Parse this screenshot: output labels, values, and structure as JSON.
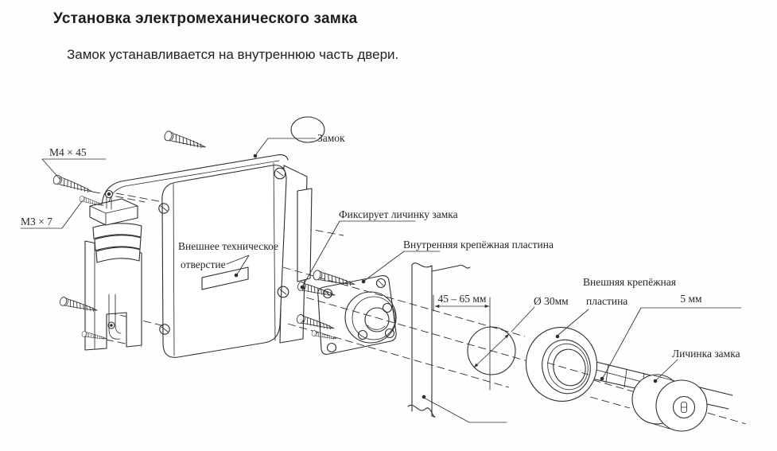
{
  "page": {
    "title": "Установка электромеханического замка",
    "subtitle": "Замок устанавливается на внутреннюю часть двери."
  },
  "diagram": {
    "labels": {
      "screw_m4": "M4 × 45",
      "screw_m3": "M3 × 7",
      "lock": "Замок",
      "tech_hole_line1": "Внешнее техническое",
      "tech_hole_line2": "отверстие",
      "fixes_cylinder": "Фиксирует личинку замка",
      "inner_plate": "Внутренняя крепёжная пластина",
      "mounting_distance": "45 – 65 мм",
      "hole_diameter": "Ø 30мм",
      "outer_plate_line1": "Внешняя крепёжная",
      "outer_plate_line2": "пластина",
      "plate_thickness": "5 мм",
      "cylinder": "Личинка замка"
    },
    "colors": {
      "ink": "#2e2e2e",
      "label_text": "#262626",
      "tech_hole_text": "#3c5a55"
    }
  }
}
